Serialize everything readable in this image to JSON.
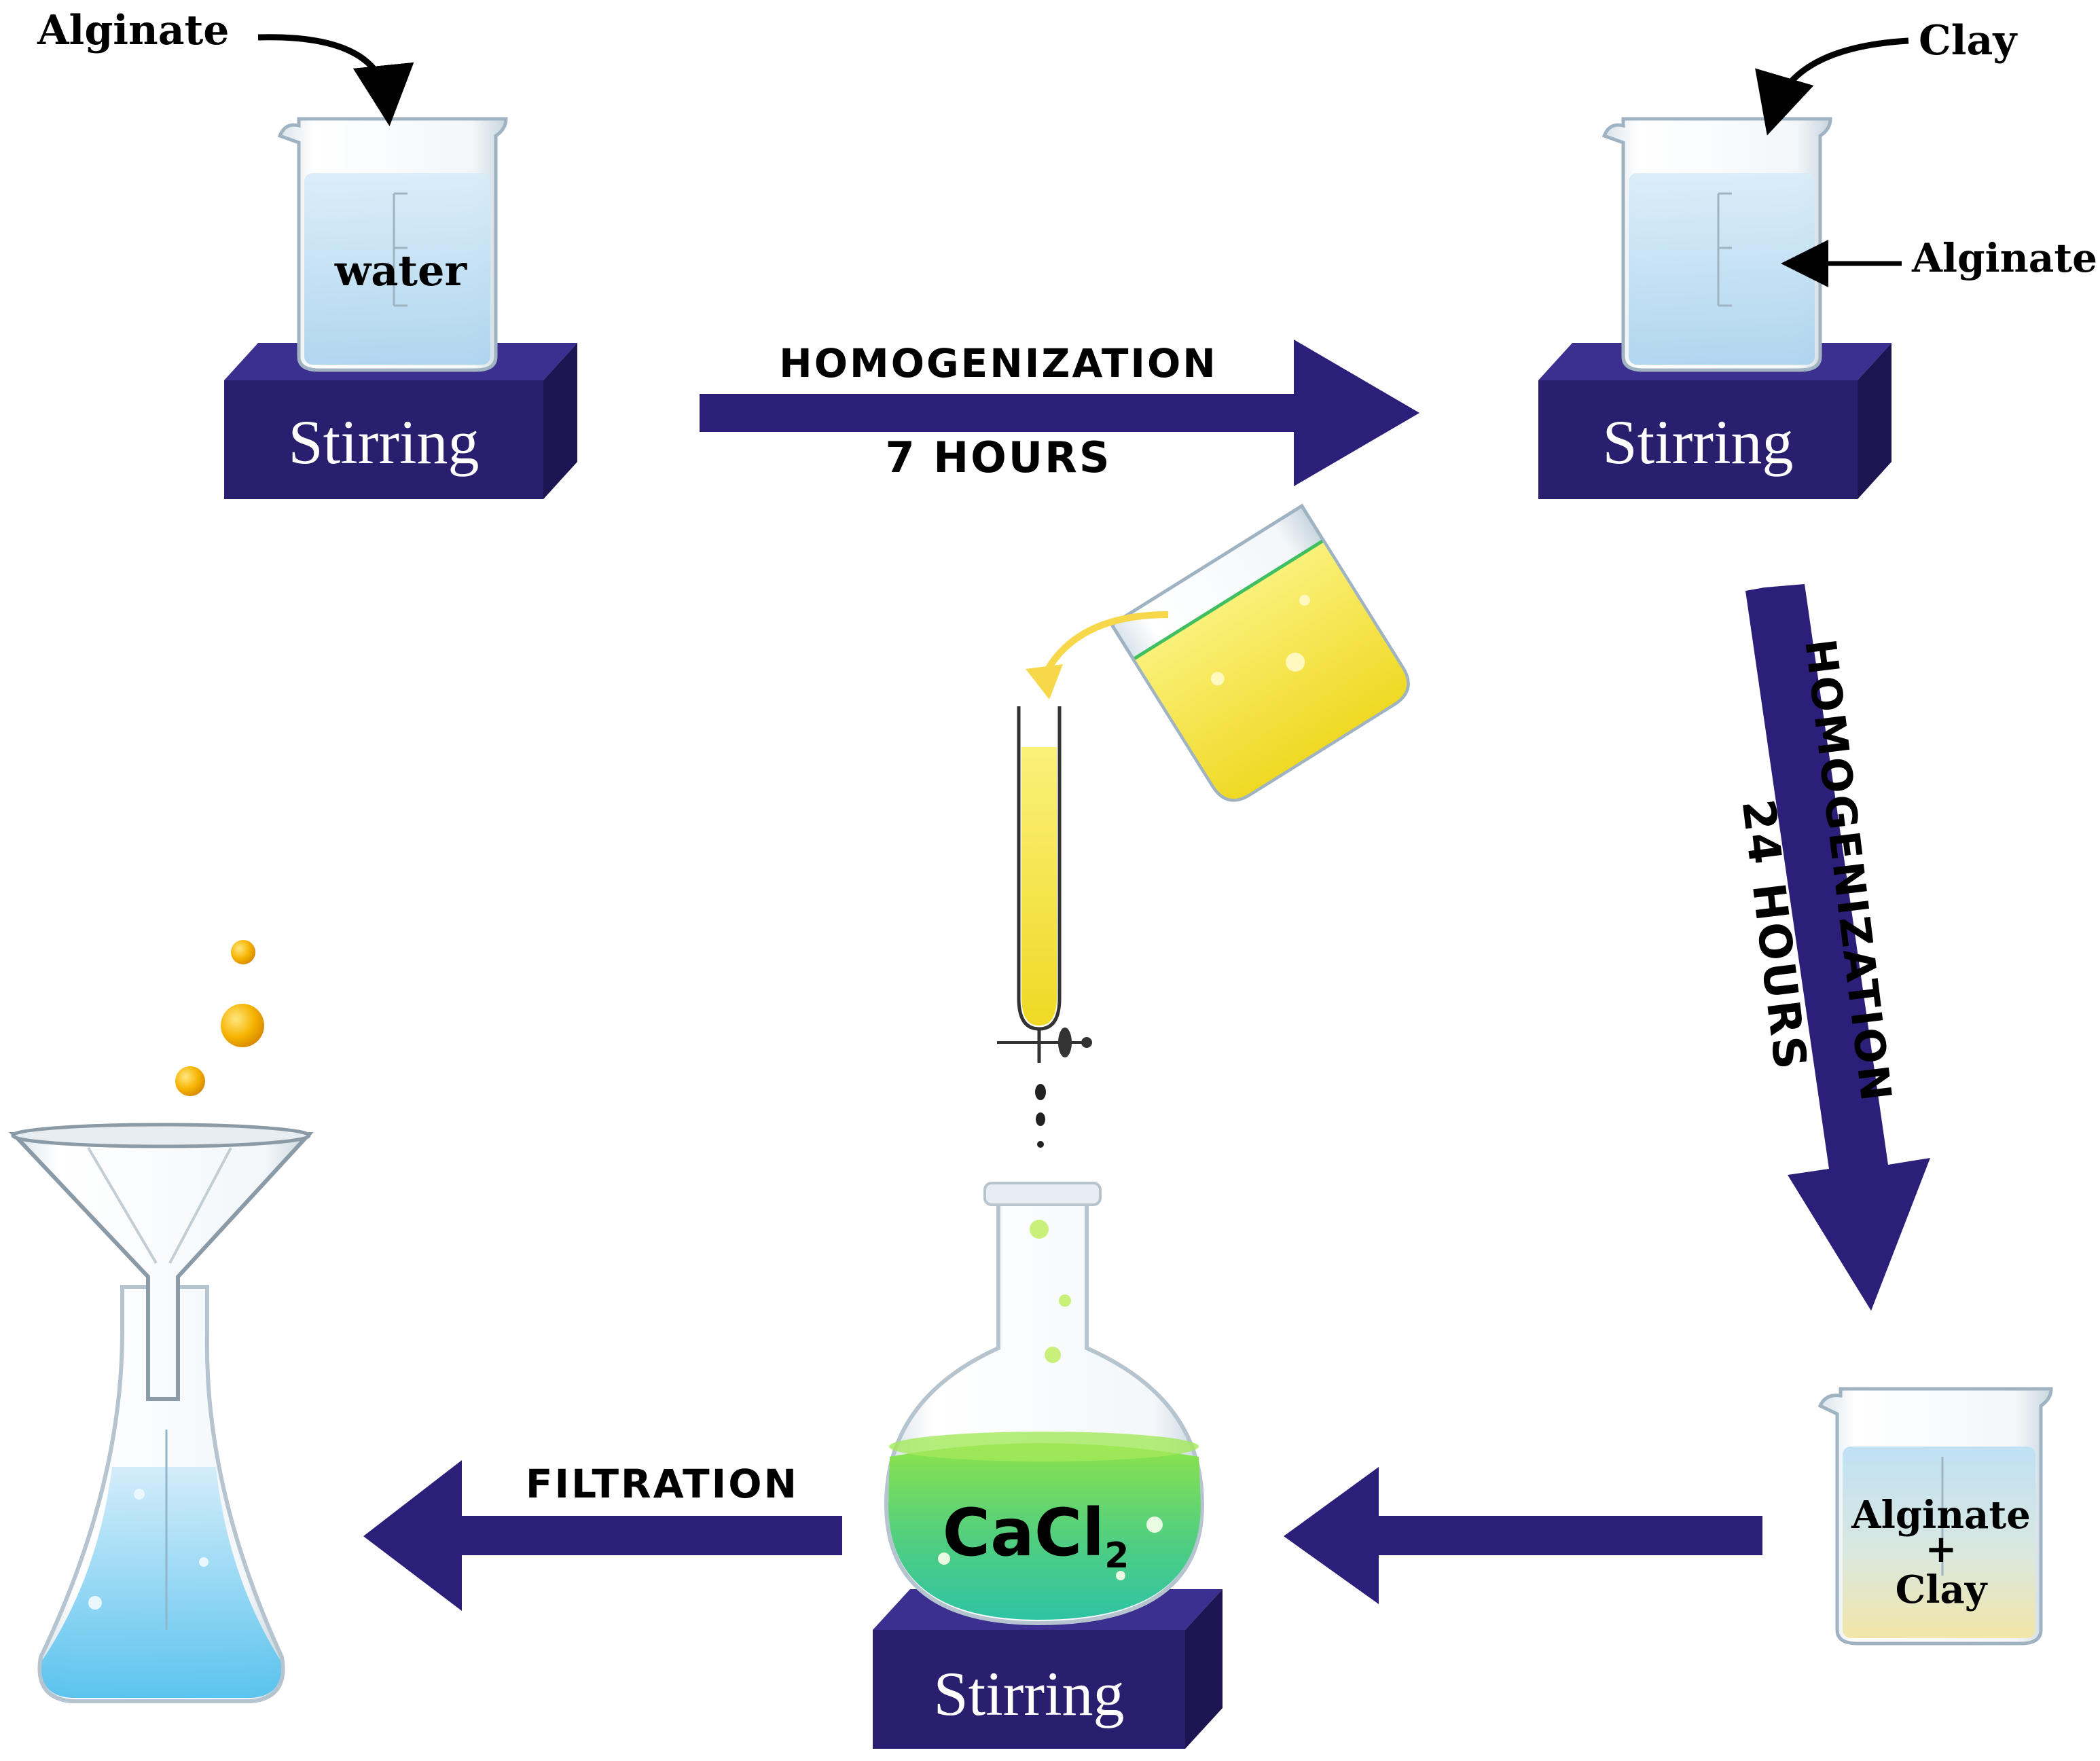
{
  "labels": {
    "alginate_top_left": "Alginate",
    "water": "water",
    "clay_top_right": "Clay",
    "alginate_right": "Alginate",
    "stirring": "Stirring",
    "homogenization_1": "HOMOGENIZATION",
    "hours_1": "7 HOURS",
    "homogenization_2": "HOMOGENIZATION",
    "hours_2": "24 HOURS",
    "mix_line1": "Alginate",
    "mix_line2": "+",
    "mix_line3": "Clay",
    "cacl_main": "CaCl",
    "cacl_sub": "2",
    "filtration": "FILTRATION"
  },
  "colors": {
    "arrow": "#2b1f7a",
    "stir_block_front": "#2a1f6f",
    "stir_block_top": "#3b2f8f",
    "water": "#b8dcf2",
    "yellow_liquid": "#f2e23a",
    "green_liquid": "#5fd36a",
    "droplet": "#f5b000"
  },
  "icons": [
    "beaker-icon",
    "hot-plate-icon",
    "round-flask-icon",
    "test-tube-icon",
    "funnel-icon",
    "erlenmeyer-flask-icon",
    "curved-arrow-icon"
  ]
}
